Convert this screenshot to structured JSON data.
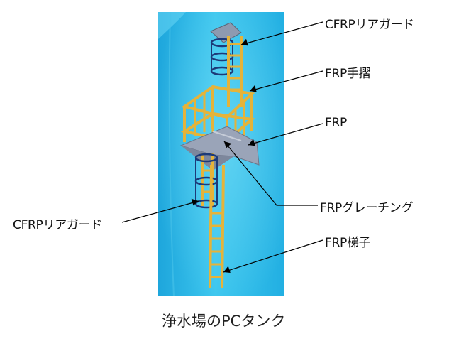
{
  "labels": {
    "rear_guard_top": "CFRPリアガード",
    "handrail": "FRP手摺",
    "frp": "FRP",
    "grating": "FRPグレーチング",
    "rear_guard_left": "CFRPリアガード",
    "ladder": "FRP梯子"
  },
  "caption": "浄水場のPCタンク",
  "colors": {
    "tank_wall": "#2fb9e4",
    "tank_wall_light": "#5ed2f2",
    "frp_yellow": "#e5b33a",
    "frp_yellow_dark": "#b98a1f",
    "platform_gray": "#9aa4b8",
    "cage_dark": "#1d3a78",
    "leader_line": "#000000"
  }
}
